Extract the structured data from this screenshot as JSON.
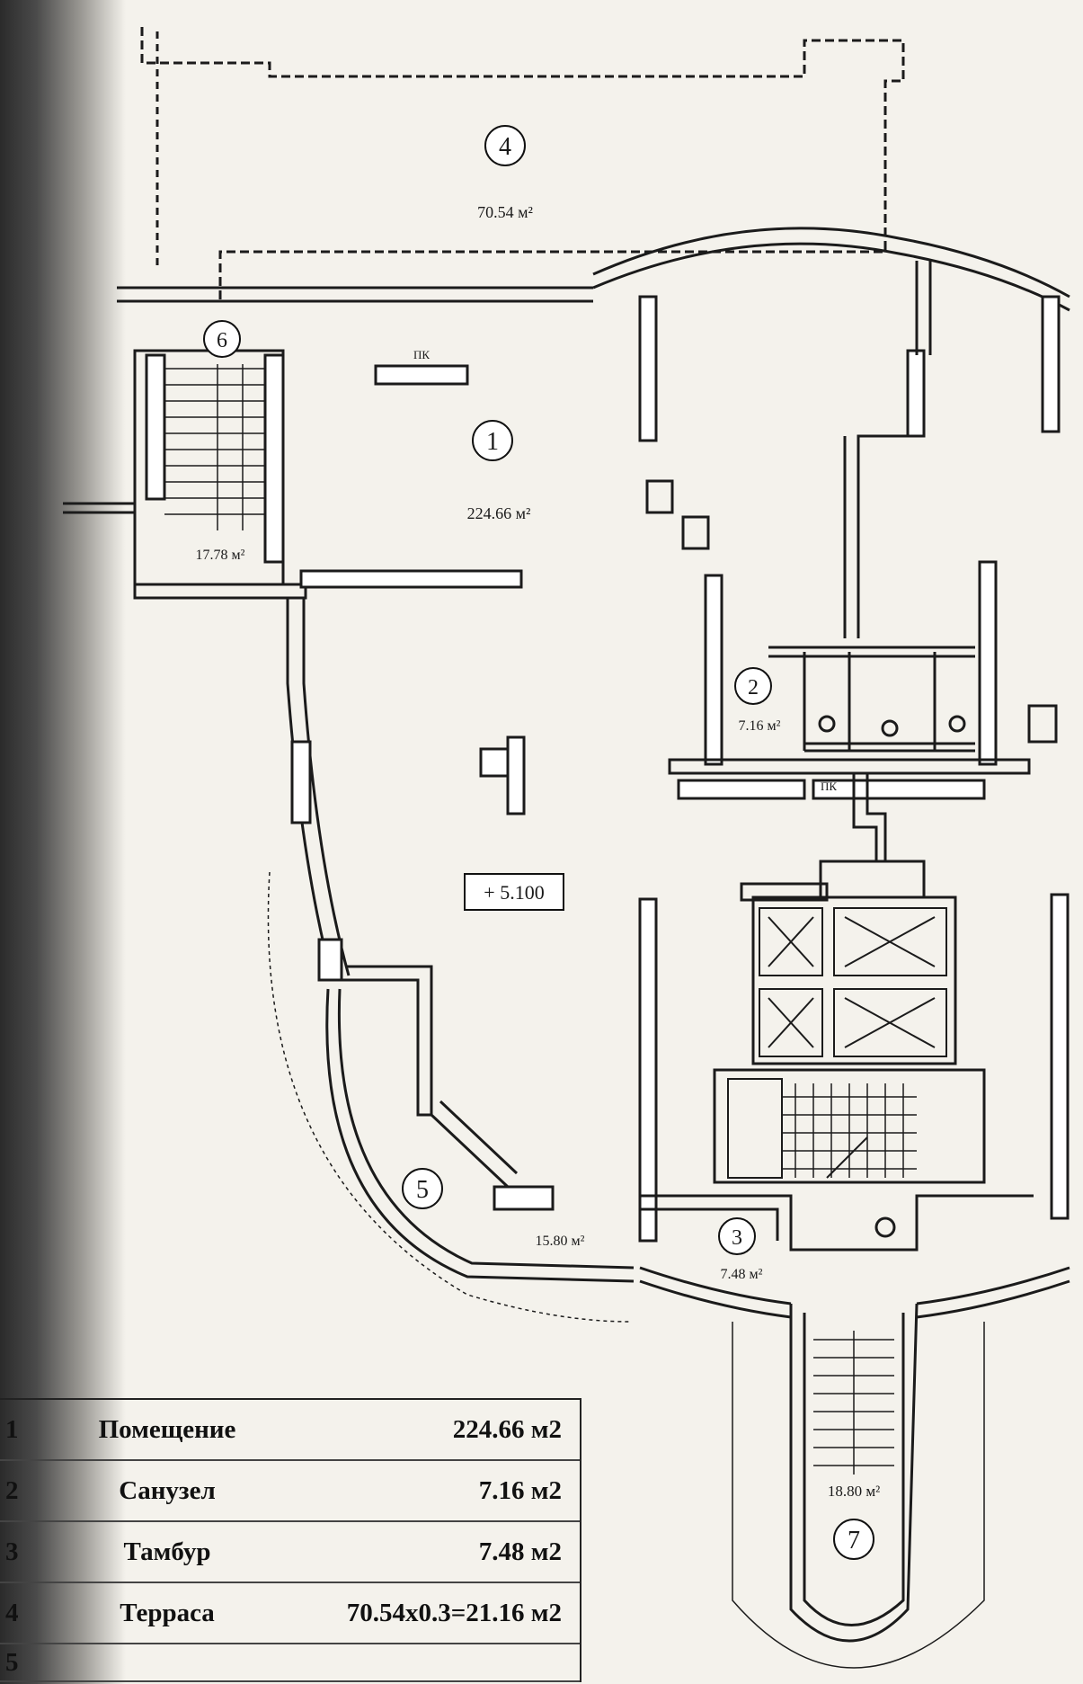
{
  "rooms": {
    "r1": {
      "num": "1",
      "area": "224.66 м²"
    },
    "r2": {
      "num": "2",
      "area": "7.16 м²"
    },
    "r3": {
      "num": "3",
      "area": "7.48 м²"
    },
    "r4": {
      "num": "4",
      "area": "70.54 м²"
    },
    "r5": {
      "num": "5",
      "area": "15.80 м²"
    },
    "r6": {
      "num": "6",
      "area": "17.78 м²"
    },
    "r7": {
      "num": "7",
      "area": "18.80 м²"
    }
  },
  "elevation": "+ 5.100",
  "pk_labels": [
    "ПК",
    "ПК"
  ],
  "table": {
    "rows": [
      {
        "num": "1",
        "name": "Помещение",
        "area": "224.66 м2"
      },
      {
        "num": "2",
        "name": "Санузел",
        "area": "7.16 м2"
      },
      {
        "num": "3",
        "name": "Тамбур",
        "area": "7.48 м2"
      },
      {
        "num": "4",
        "name": "Терраса",
        "area": "70.54х0.3=21.16 м2"
      },
      {
        "num": "5",
        "name": "",
        "area": ""
      }
    ]
  }
}
